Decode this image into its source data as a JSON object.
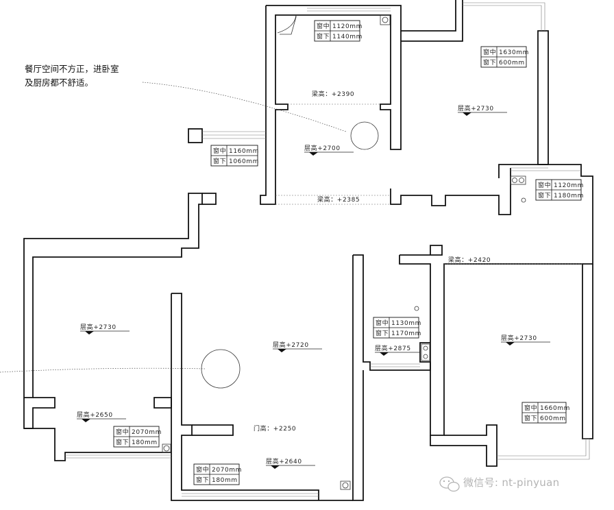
{
  "annotation": {
    "line1": "餐厅空间不方正，进卧室",
    "line2": "及厨房都不舒适。"
  },
  "watermark": "微信号: nt-pinyuan",
  "window_prefix_mid": "窗中",
  "window_prefix_low": "窗下",
  "windows": [
    {
      "id": "w1",
      "mid": "1120mm",
      "low": "1140mm"
    },
    {
      "id": "w2",
      "mid": "1630mm",
      "low": "600mm"
    },
    {
      "id": "w3",
      "mid": "1160mm",
      "low": "1060mm"
    },
    {
      "id": "w4",
      "mid": "1120mm",
      "low": "1180mm"
    },
    {
      "id": "w5",
      "mid": "1130mm",
      "low": "1170mm"
    },
    {
      "id": "w6",
      "mid": "1660mm",
      "low": "600mm"
    },
    {
      "id": "w7",
      "mid": "2070mm",
      "low": "180mm"
    },
    {
      "id": "w8",
      "mid": "2070mm",
      "low": "180mm"
    }
  ],
  "levels": [
    {
      "id": "l1",
      "text": "层高+2730"
    },
    {
      "id": "l2",
      "text": "层高+2700"
    },
    {
      "id": "l3",
      "text": "层高+2730"
    },
    {
      "id": "l4",
      "text": "层高+2720"
    },
    {
      "id": "l5",
      "text": "层高+2875"
    },
    {
      "id": "l6",
      "text": "层高+2730"
    },
    {
      "id": "l7",
      "text": "层高+2650"
    },
    {
      "id": "l8",
      "text": "层高+2640"
    }
  ],
  "beams": [
    {
      "id": "b1",
      "text": "梁高：+2390"
    },
    {
      "id": "b2",
      "text": "梁高：+2385"
    },
    {
      "id": "b3",
      "text": "梁高：+2420"
    }
  ],
  "door": {
    "text": "门高：+2250"
  }
}
